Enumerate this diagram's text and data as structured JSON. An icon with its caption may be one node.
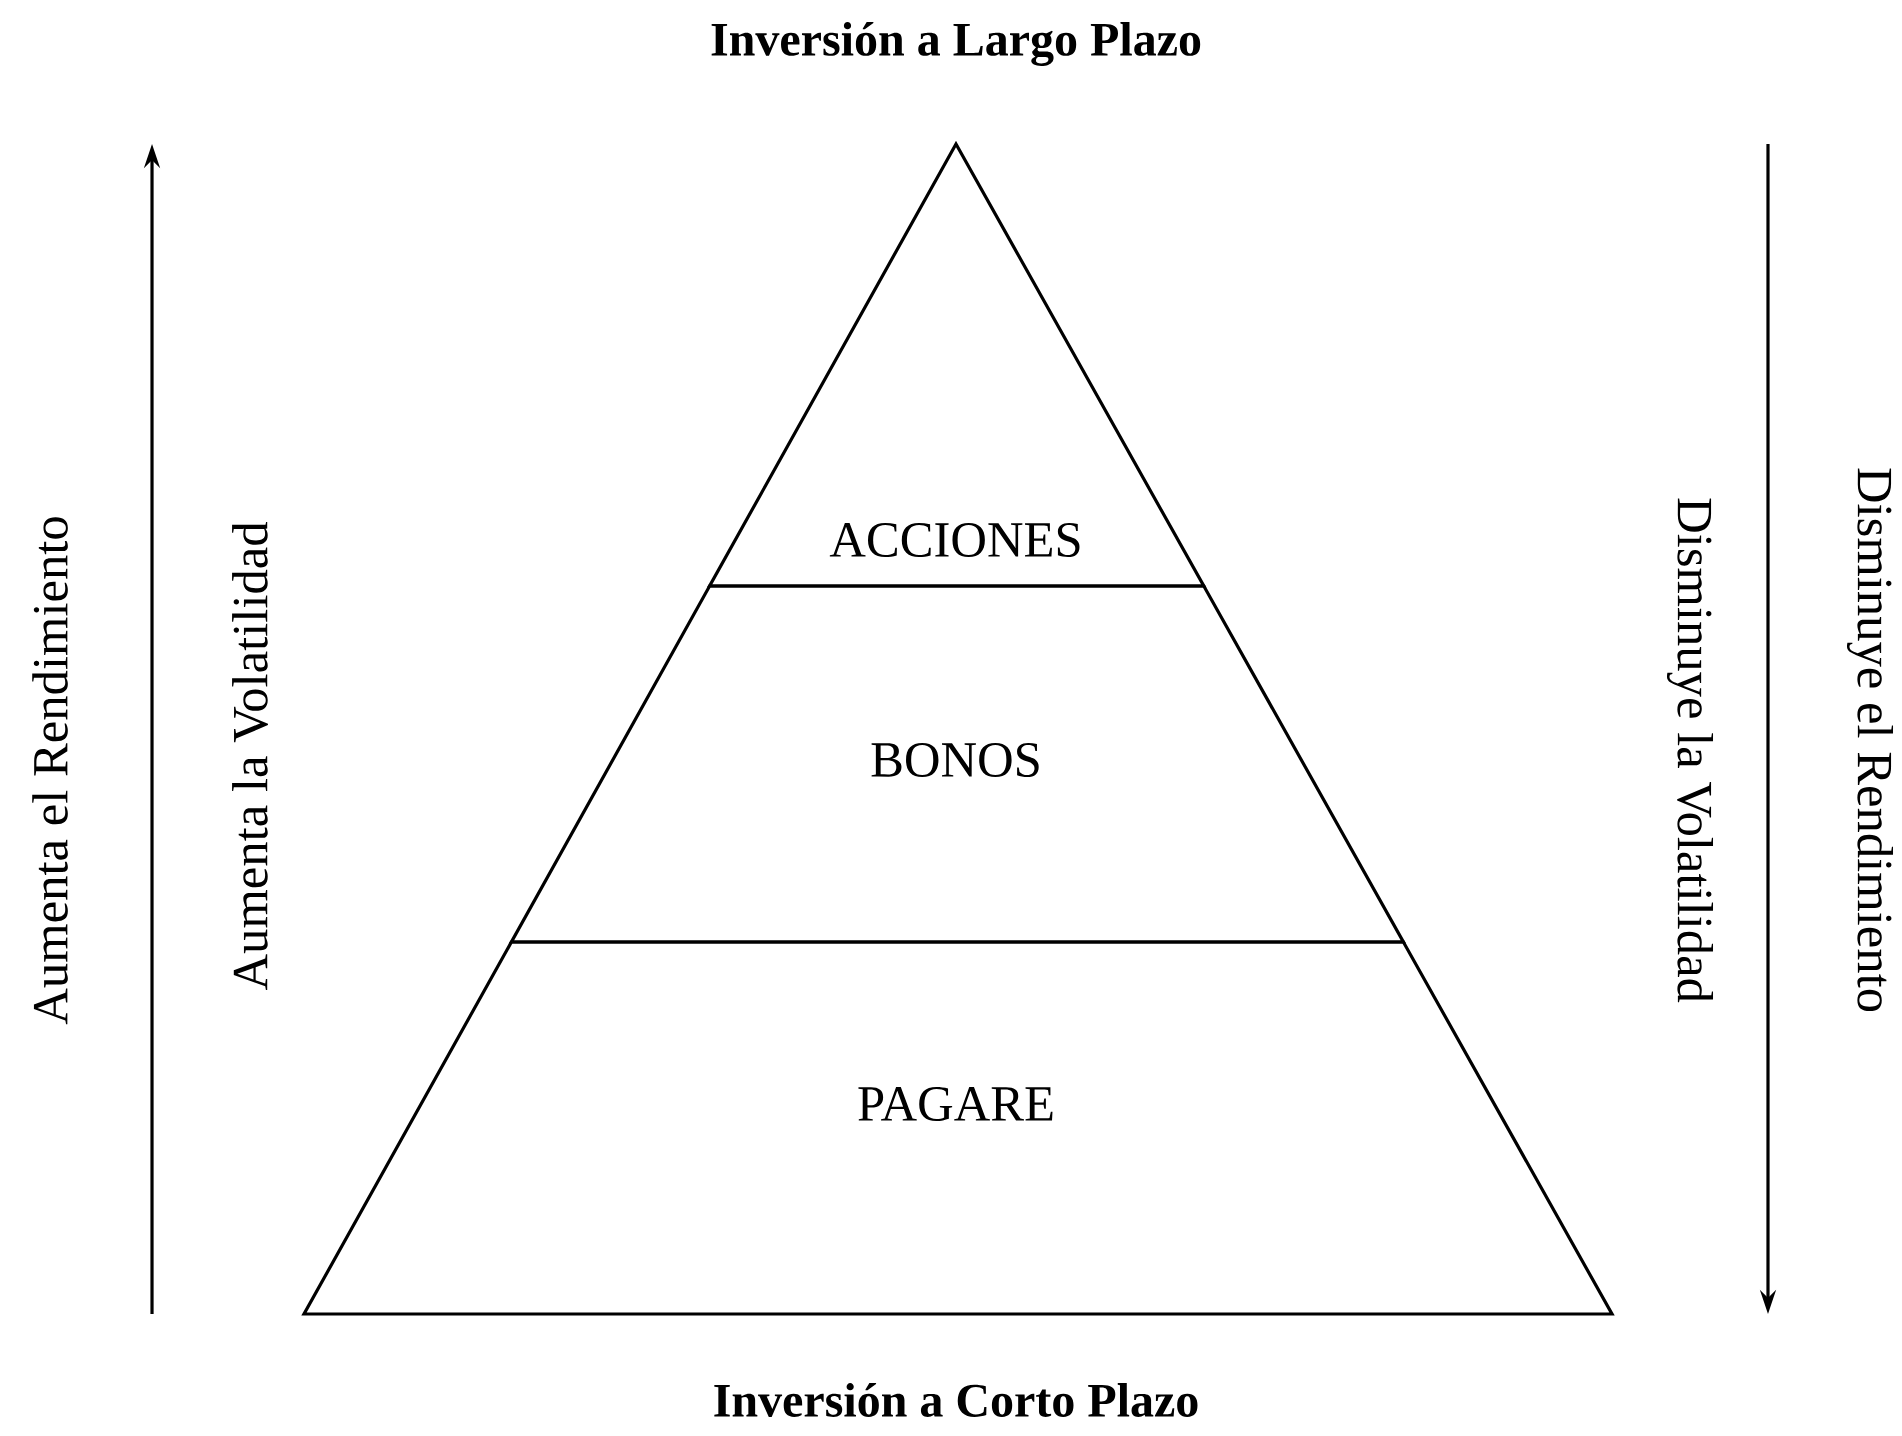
{
  "diagram": {
    "title": "Inversión a Largo Plazo",
    "caption": "Inversión a Corto Plazo",
    "nodes": [
      {
        "text": [
          "ACCIONES"
        ]
      },
      {
        "text": [
          "BONOS"
        ]
      },
      {
        "text": [
          "PAGARE"
        ]
      }
    ],
    "labels": [
      "Aumenta el Rendimiento",
      "Aumenta la Volatilidad",
      "Disminuye la Volatilidad",
      "Disminuye el Rendimiento"
    ]
  }
}
